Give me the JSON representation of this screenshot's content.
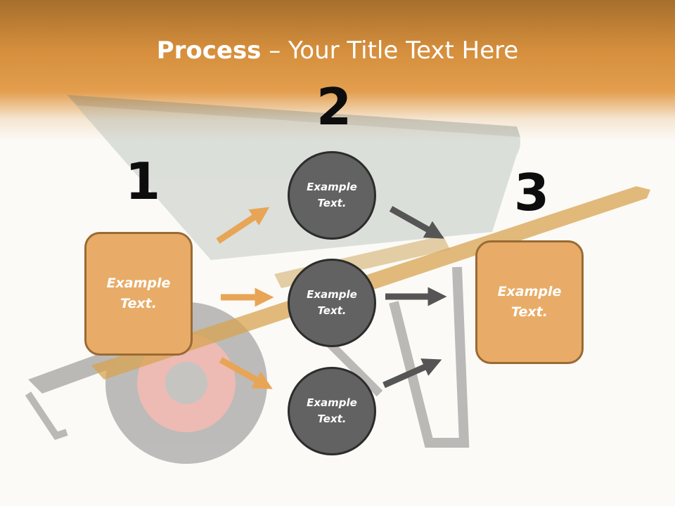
{
  "title": {
    "bold": "Process",
    "rest": " – Your Title Text Here"
  },
  "steps": [
    {
      "number": "1",
      "label": "Example Text."
    },
    {
      "number": "2"
    },
    {
      "number": "3",
      "label": "Example Text."
    }
  ],
  "circles": [
    {
      "label": "Example Text."
    },
    {
      "label": "Example Text."
    },
    {
      "label": "Example Text."
    }
  ],
  "colors": {
    "header": "#d48e3c",
    "box_fill": "#e8ac68",
    "box_border": "#9a6a34",
    "circle_fill": "#626262",
    "circle_border": "#2c2c2c",
    "arrow_orange": "#e8a556",
    "arrow_gray": "#555555"
  },
  "background_image": "wheelbarrow"
}
